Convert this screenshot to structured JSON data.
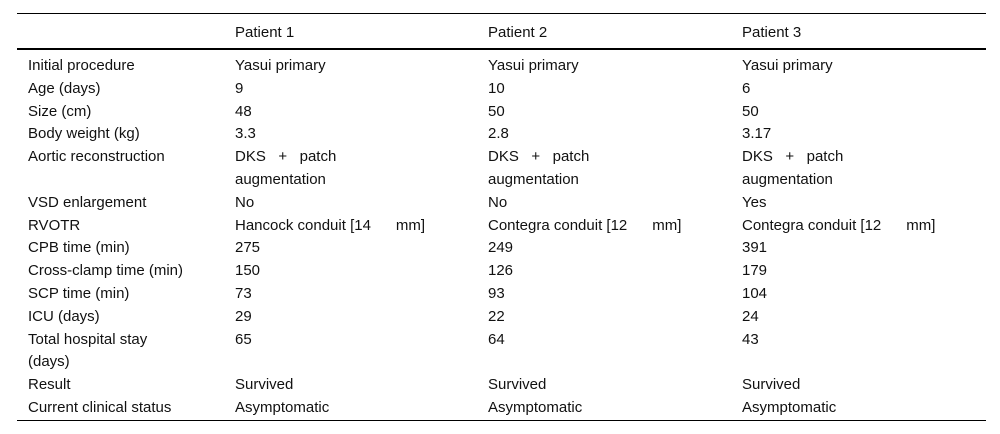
{
  "page": {
    "background_color": "#ffffff",
    "text_color": "#111111",
    "rule_color": "#000000"
  },
  "table": {
    "headers": [
      "",
      "Patient 1",
      "Patient 2",
      "Patient 3"
    ],
    "rows": [
      {
        "label": "Initial procedure",
        "values": [
          "Yasui primary",
          "Yasui primary",
          "Yasui primary"
        ]
      },
      {
        "label": "Age (days)",
        "values": [
          "9",
          "10",
          "6"
        ]
      },
      {
        "label": "Size (cm)",
        "values": [
          "48",
          "50",
          "50"
        ]
      },
      {
        "label": "Body weight (kg)",
        "values": [
          "3.3",
          "2.8",
          "3.17"
        ]
      },
      {
        "label": "Aortic reconstruction",
        "values": [
          "DKS   +   patch\naugmentation",
          "DKS   +   patch\naugmentation",
          "DKS   +   patch\naugmentation"
        ]
      },
      {
        "label": "VSD enlargement",
        "values": [
          "No",
          "No",
          "Yes"
        ]
      },
      {
        "label": "RVOTR",
        "values": [
          "Hancock conduit [14      mm]",
          "Contegra conduit [12      mm]",
          "Contegra conduit [12      mm]"
        ]
      },
      {
        "label": "CPB time (min)",
        "values": [
          "275",
          "249",
          "391"
        ]
      },
      {
        "label": "Cross-clamp time (min)",
        "values": [
          "150",
          "126",
          "179"
        ]
      },
      {
        "label": "SCP time (min)",
        "values": [
          "73",
          "93",
          "104"
        ]
      },
      {
        "label": "ICU (days)",
        "values": [
          "29",
          "22",
          "24"
        ]
      },
      {
        "label": "Total hospital stay\n(days)",
        "values": [
          "65",
          "64",
          "43"
        ]
      },
      {
        "label": "Result",
        "values": [
          "Survived",
          "Survived",
          "Survived"
        ]
      },
      {
        "label": "Current clinical status",
        "values": [
          "Asymptomatic",
          "Asymptomatic",
          "Asymptomatic"
        ]
      }
    ]
  }
}
